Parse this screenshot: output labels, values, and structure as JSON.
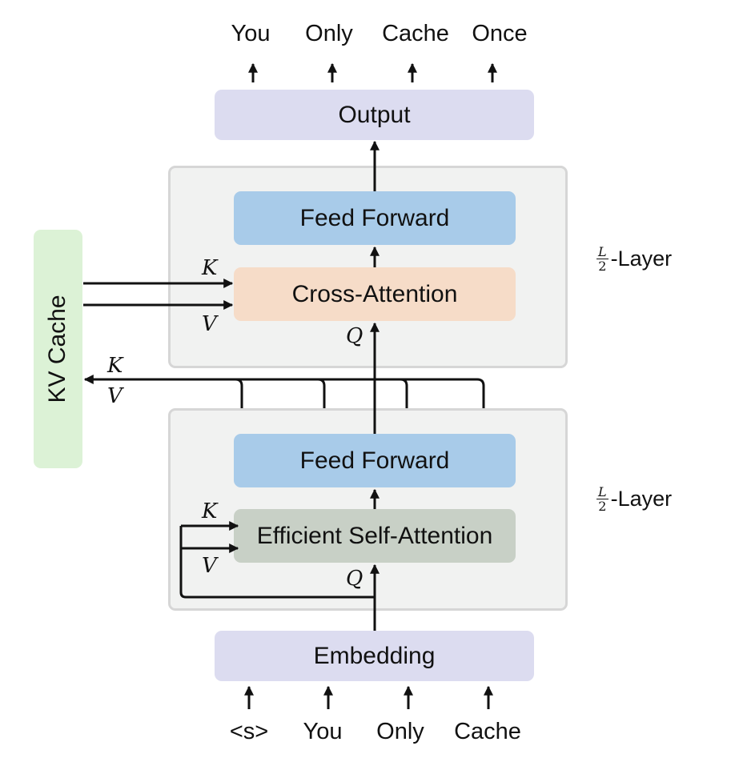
{
  "output_tokens": [
    "You",
    "Only",
    "Cache",
    "Once"
  ],
  "input_tokens": [
    "<s>",
    "You",
    "Only",
    "Cache"
  ],
  "output_box": "Output",
  "embedding_box": "Embedding",
  "upper_block": {
    "feed_forward": "Feed Forward",
    "attention": "Cross-Attention",
    "layer_num": "L",
    "layer_den": "2",
    "layer_suffix": "-Layer"
  },
  "lower_block": {
    "feed_forward": "Feed Forward",
    "attention": "Efficient Self-Attention",
    "layer_num": "L",
    "layer_den": "2",
    "layer_suffix": "-Layer"
  },
  "kv_cache": "KV Cache",
  "labels": {
    "k": "K",
    "v": "V",
    "q": "Q"
  },
  "colors": {
    "output_embedding": "#dcdcf0",
    "feed_forward": "#a8cbe9",
    "cross_attention": "#f6dcc8",
    "self_attention": "#c8d0c6",
    "kv_cache": "#dcf2d6",
    "panel": "#f1f2f1"
  }
}
